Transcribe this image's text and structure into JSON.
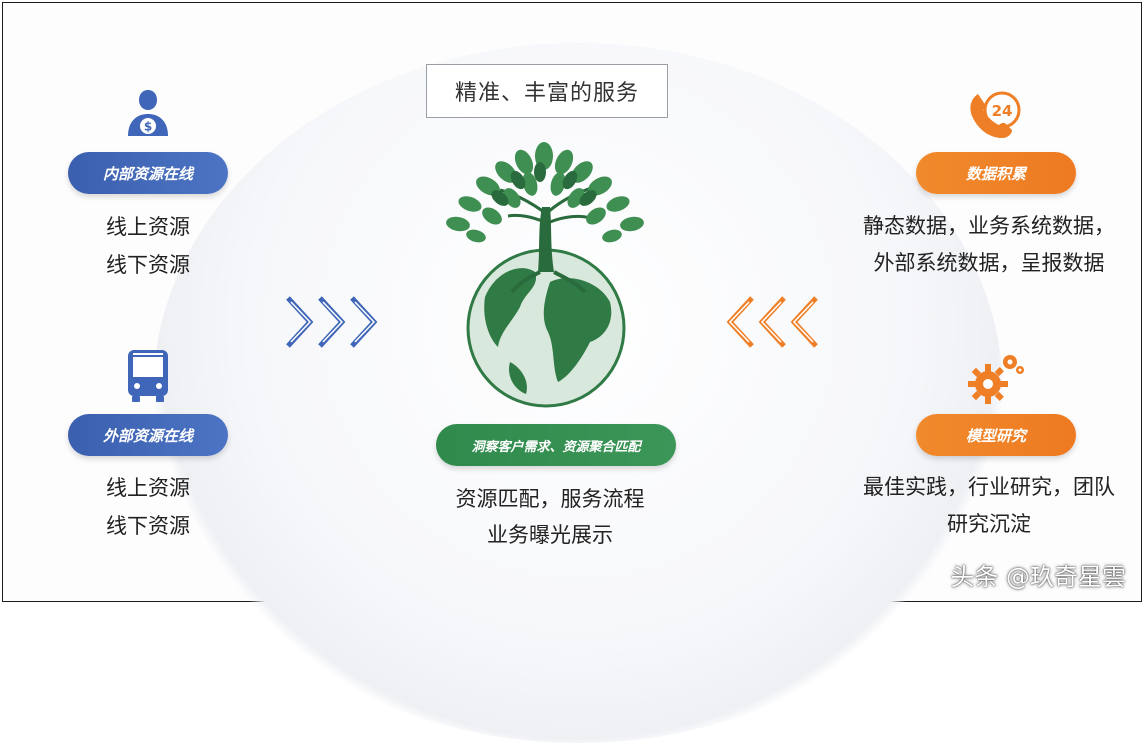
{
  "title": "精准、丰富的服务",
  "left_top": {
    "pill": "内部资源在线",
    "lines": [
      "线上资源",
      "线下资源"
    ],
    "icon": "person-dollar-icon"
  },
  "left_bottom": {
    "pill": "外部资源在线",
    "lines": [
      "线上资源",
      "线下资源"
    ],
    "icon": "bus-icon"
  },
  "center": {
    "pill": "洞察客户需求、资源聚合匹配",
    "lines": [
      "资源匹配，服务流程",
      "业务曝光展示"
    ],
    "icon": "tree-globe-icon"
  },
  "right_top": {
    "pill": "数据积累",
    "lines": [
      "静态数据，业务系统数据，",
      "外部系统数据，呈报数据"
    ],
    "icon": "phone-24-icon",
    "icon_text": "24"
  },
  "right_bottom": {
    "pill": "模型研究",
    "lines": [
      "最佳实践，行业研究，团队",
      "研究沉淀"
    ],
    "icon": "gears-icon"
  },
  "watermark": "头条 @玖奇星雲",
  "colors": {
    "blue": "#3f66b8",
    "orange": "#ef7f26",
    "green": "#2f8a4c"
  }
}
